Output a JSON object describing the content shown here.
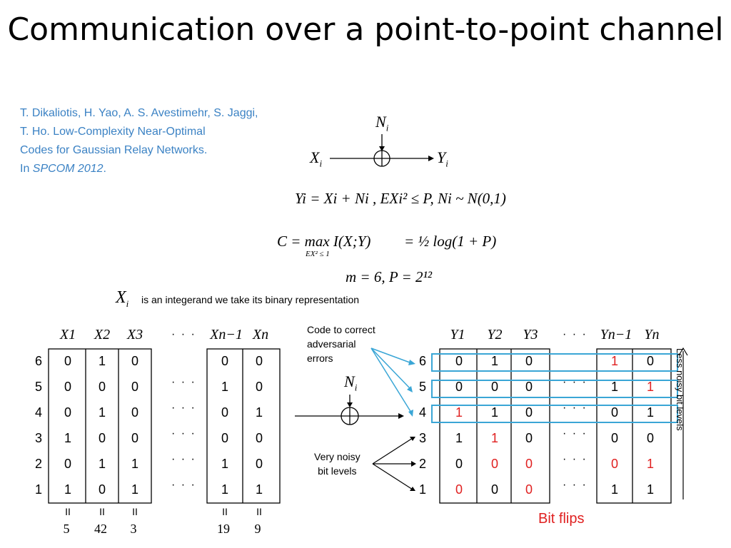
{
  "title": "Communication over a point-to-point channel",
  "citation": {
    "line1": "T. Dikaliotis, H. Yao, A. S. Avestimehr, S. Jaggi,",
    "line2": "T. Ho. Low-Complexity Near-Optimal",
    "line3": "Codes for Gaussian Relay Networks.",
    "in_prefix": "In",
    "venue": "SPCOM 2012",
    "suffix": "."
  },
  "channel": {
    "noise": "N",
    "input": "X",
    "output": "Y",
    "sub": "i"
  },
  "eq1": "Yi = Xi + Ni , EXi² ≤ P, Ni ~ N(0,1)",
  "eq2_left": "C = max I(X;Y)",
  "eq2_sub": "EX² ≤ 1",
  "eq2_right": "= ½ log(1 + P)",
  "eq3": "m = 6, P = 2¹²",
  "xi_note": "is an integerand we take its binary representation",
  "left_table": {
    "headers": [
      "X1",
      "X2",
      "X3",
      "Xn−1",
      "Xn"
    ],
    "row_labels": [
      "6",
      "5",
      "4",
      "3",
      "2",
      "1"
    ],
    "cols": [
      [
        "0",
        "0",
        "0",
        "1",
        "0",
        "1"
      ],
      [
        "1",
        "0",
        "1",
        "0",
        "1",
        "0"
      ],
      [
        "0",
        "0",
        "0",
        "0",
        "1",
        "1"
      ],
      [
        "0",
        "1",
        "0",
        "0",
        "1",
        "1"
      ],
      [
        "0",
        "0",
        "1",
        "0",
        "0",
        "1"
      ]
    ],
    "equals": [
      "II",
      "II",
      "II",
      "II",
      "II"
    ],
    "values": [
      "5",
      "42",
      "3",
      "19",
      "9"
    ]
  },
  "right_table": {
    "headers": [
      "Y1",
      "Y2",
      "Y3",
      "Yn−1",
      "Yn"
    ],
    "row_labels": [
      "6",
      "5",
      "4",
      "3",
      "2",
      "1"
    ],
    "cols": [
      [
        "0",
        "0",
        "1",
        "1",
        "0",
        "0"
      ],
      [
        "1",
        "0",
        "1",
        "1",
        "0",
        "0"
      ],
      [
        "0",
        "0",
        "0",
        "0",
        "0",
        "0"
      ],
      [
        "1",
        "1",
        "0",
        "0",
        "0",
        "1"
      ],
      [
        "0",
        "1",
        "1",
        "0",
        "1",
        "1"
      ]
    ]
  },
  "code_note": "Code to correct adversarial errors",
  "code_note_lines": [
    "Code to correct",
    "adversarial",
    "errors"
  ],
  "noisy_note_lines": [
    "Very noisy",
    "bit levels"
  ],
  "less_noisy": "Less noisy bit levels",
  "bit_flips": "Bit flips",
  "ellipsis": "· · ·",
  "colors": {
    "citation": "#3b82c4",
    "flip": "#e02020",
    "highlight": "#3aa6d6"
  }
}
